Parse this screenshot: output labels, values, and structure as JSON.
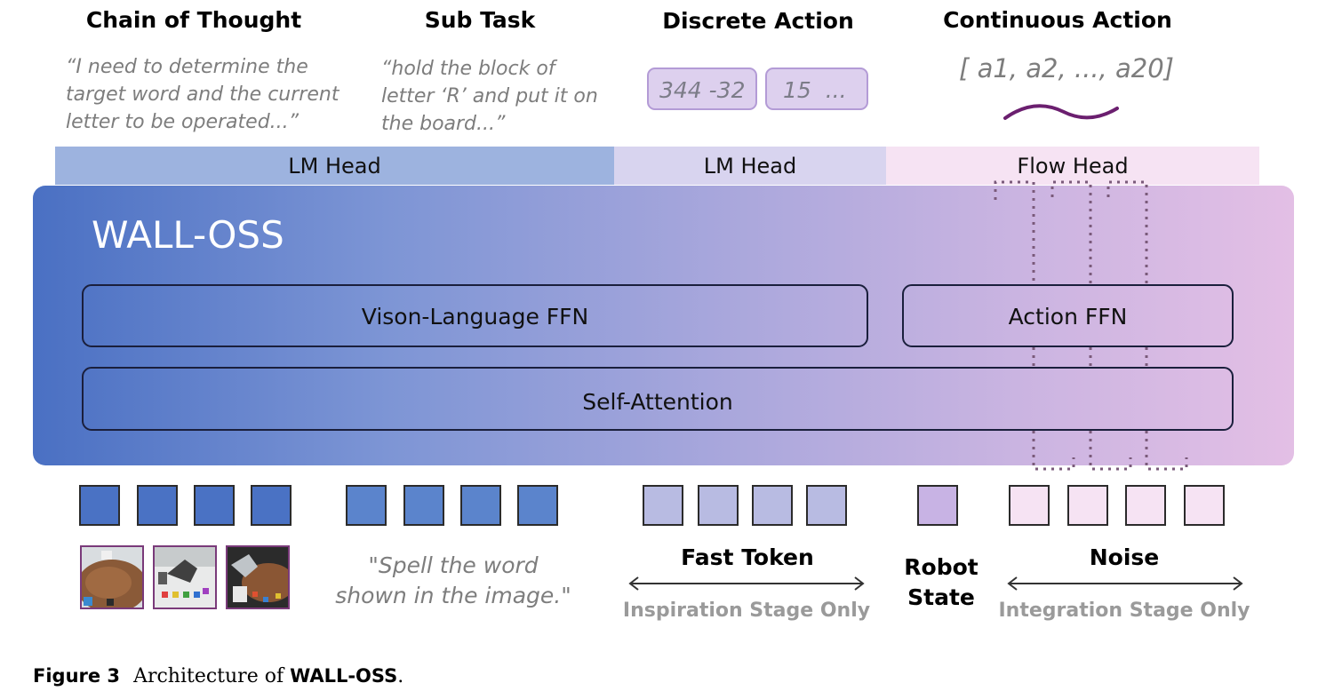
{
  "outputs": {
    "cot": {
      "title": "Chain of Thought",
      "lines": [
        "“I need to determine the",
        "target word and the current",
        "letter to be operated...”"
      ]
    },
    "subtask": {
      "title": "Sub Task",
      "lines": [
        "“hold the block of",
        "letter ‘R’ and put it on",
        "the board...”"
      ]
    },
    "discrete": {
      "title": "Discrete Action",
      "tokens": [
        "344 -32",
        "15  ..."
      ]
    },
    "continuous": {
      "title": "Continuous Action",
      "vector": "[ a1, a2, ..., a20]"
    }
  },
  "heads": [
    "LM Head",
    "LM Head",
    "Flow Head"
  ],
  "model": {
    "name": "WALL-OSS",
    "vl_ffn": "Vison-Language FFN",
    "action_ffn": "Action FFN",
    "self_attention": "Self-Attention"
  },
  "inputs": {
    "instruction_lines": [
      "\"Spell the word",
      "shown in the image.\""
    ],
    "fast_token": {
      "label": "Fast Token",
      "note": "Inspiration Stage Only"
    },
    "robot_state": {
      "label_lines": [
        "Robot",
        "State"
      ]
    },
    "noise": {
      "label": "Noise",
      "note": "Integration Stage Only"
    }
  },
  "caption": {
    "figure": "Figure 3",
    "text": "Architecture of",
    "name": "WALL-OSS",
    "end": "."
  },
  "colors": {
    "image_token": "#4a72c4",
    "text_token": "#5b84cc",
    "fast_token": "#b8bbe2",
    "state_token": "#c8b3e4",
    "noise_token": "#f6e3f3",
    "wave": "#6b1f6f"
  },
  "icons": [
    "image-thumbnail",
    "wave-icon",
    "double-arrow-icon"
  ]
}
